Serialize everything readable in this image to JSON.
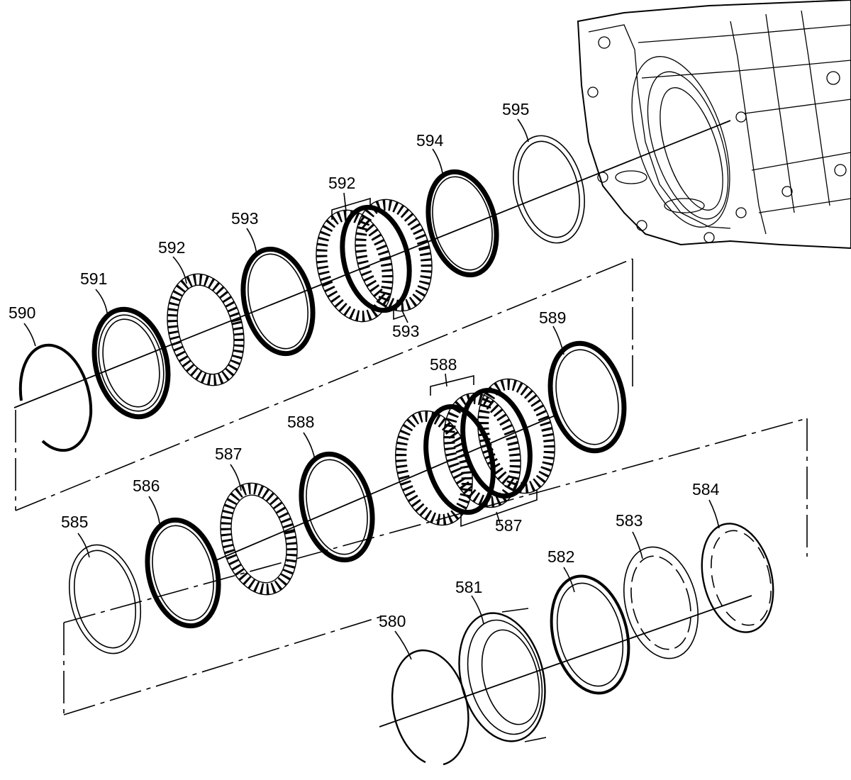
{
  "callouts": {
    "c580": "580",
    "c581": "581",
    "c582": "582",
    "c583": "583",
    "c584": "584",
    "c585": "585",
    "c586": "586",
    "c587a": "587",
    "c587b": "587",
    "c588a": "588",
    "c588b": "588",
    "c589": "589",
    "c590": "590",
    "c591": "591",
    "c592a": "592",
    "c592b": "592",
    "c593a": "593",
    "c593b": "593",
    "c594": "594",
    "c595": "595"
  }
}
